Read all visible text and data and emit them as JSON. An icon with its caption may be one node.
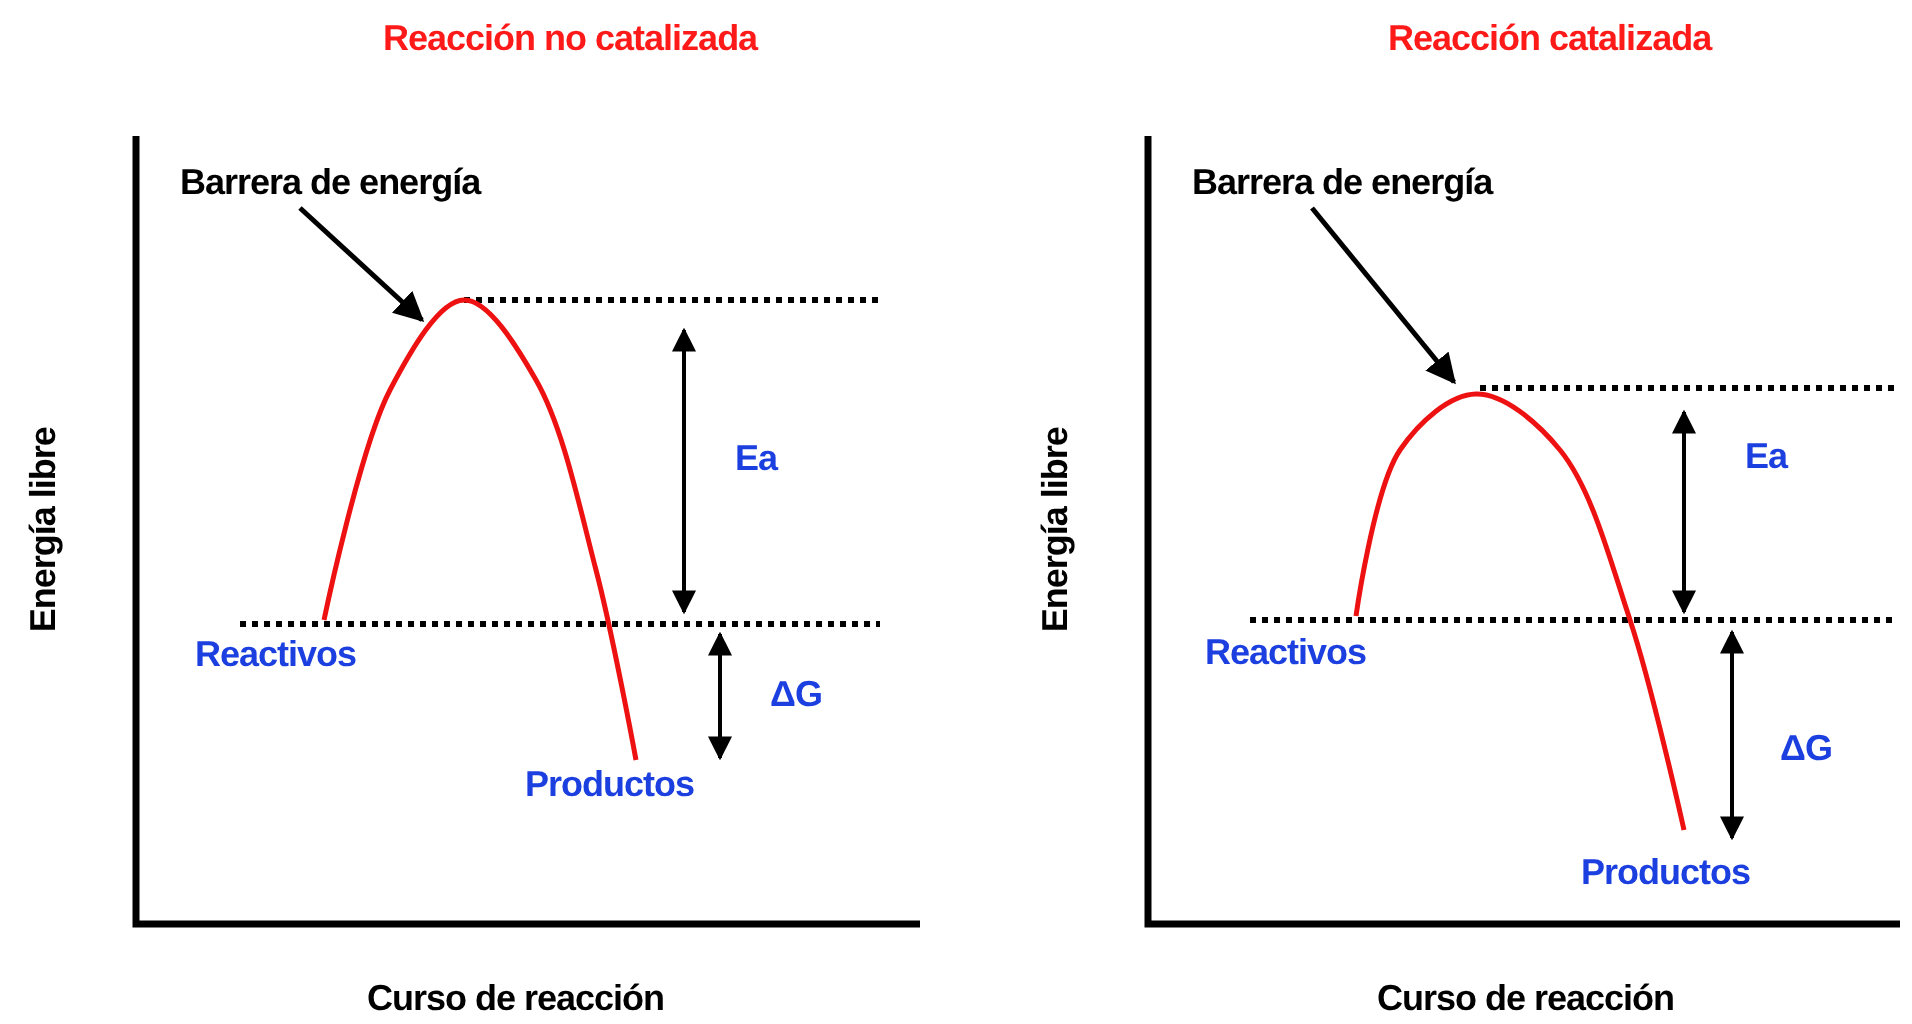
{
  "diagram": {
    "nodes": [
      {
        "text": [
          "Barrera de energía"
        ]
      },
      {
        "text": [],
        "shape": "curve"
      },
      {
        "text": [
          "Barrera de energía"
        ]
      },
      {
        "text": [],
        "shape": "curve"
      }
    ],
    "edges": [
      {
        "from": 0,
        "to": 1,
        "arrow": "to"
      },
      {
        "from": 2,
        "to": 3,
        "arrow": "to"
      }
    ],
    "labels": [
      "Reacción no catalizada",
      "Reacción catalizada",
      "Energía libre",
      "Ea",
      "Reactivos",
      "ΔG",
      "Productos",
      "Curso de reacción",
      "Energía libre",
      "Ea",
      "Reactivos",
      "ΔG",
      "Productos",
      "Curso de reacción"
    ]
  }
}
